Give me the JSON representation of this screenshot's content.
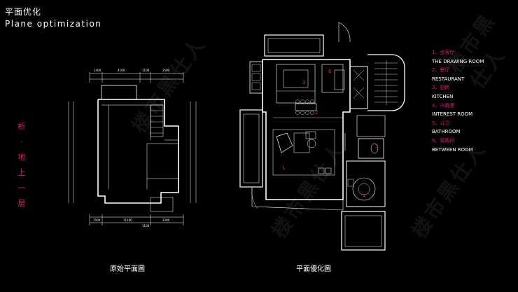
{
  "header": {
    "title_cn": "平面优化",
    "title_en": "Plane optimization"
  },
  "side_label": [
    "析",
    "·",
    "地",
    "上",
    "一",
    "层"
  ],
  "captions": {
    "original": "原始平面圖",
    "optimized": "平面優化圖"
  },
  "legend": [
    {
      "num": "1、",
      "cn": "会客厅",
      "en": "THE DRAWING ROOM"
    },
    {
      "num": "2、",
      "cn": "餐厅",
      "en": "RESTAURANT"
    },
    {
      "num": "3、",
      "cn": "厨房",
      "en": "KITCHEN"
    },
    {
      "num": "4、",
      "cn": "兴趣室",
      "en": "INTEREST ROOM"
    },
    {
      "num": "5、",
      "cn": "公卫",
      "en": "BATHROOM"
    },
    {
      "num": "6、",
      "cn": "家政间",
      "en": "BETWEEN ROOM"
    }
  ],
  "plan_markers": [
    "1",
    "2",
    "3",
    "4",
    "5",
    "6"
  ],
  "original_dims_top": [
    "1400",
    "4100",
    "1100",
    "2500"
  ],
  "original_dims_bottom": [
    "1500",
    "11100",
    "1100",
    "2300"
  ],
  "watermark": "楼市黑仕人",
  "colors": {
    "accent": "#e5177e",
    "line": "#ffffff",
    "background": "#000000"
  }
}
